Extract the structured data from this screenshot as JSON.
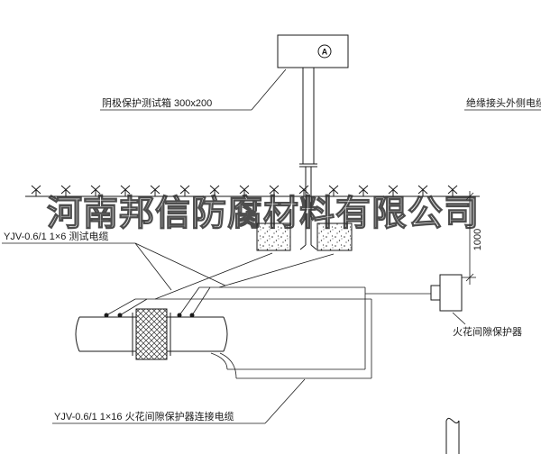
{
  "colors": {
    "line": "#1a1a1a",
    "background": "#ffffff",
    "watermark": "#2f2f2f"
  },
  "watermark": {
    "text": "河南邦信防腐材料有限公司"
  },
  "test_box": {
    "meter_letter": "A"
  },
  "dimension": {
    "value": "1000"
  },
  "labels": {
    "test_box": "阴极保护测试箱 300x200",
    "insulated_joint_cable": "绝缘接头外侧电缆",
    "test_cable": "YJV-0.6/1 1×6 测试电缆",
    "spark_gap_protector": "火花间隙保护器",
    "spark_gap_cable": "YJV-0.6/1 1×16 火花间隙保护器连接电缆"
  }
}
